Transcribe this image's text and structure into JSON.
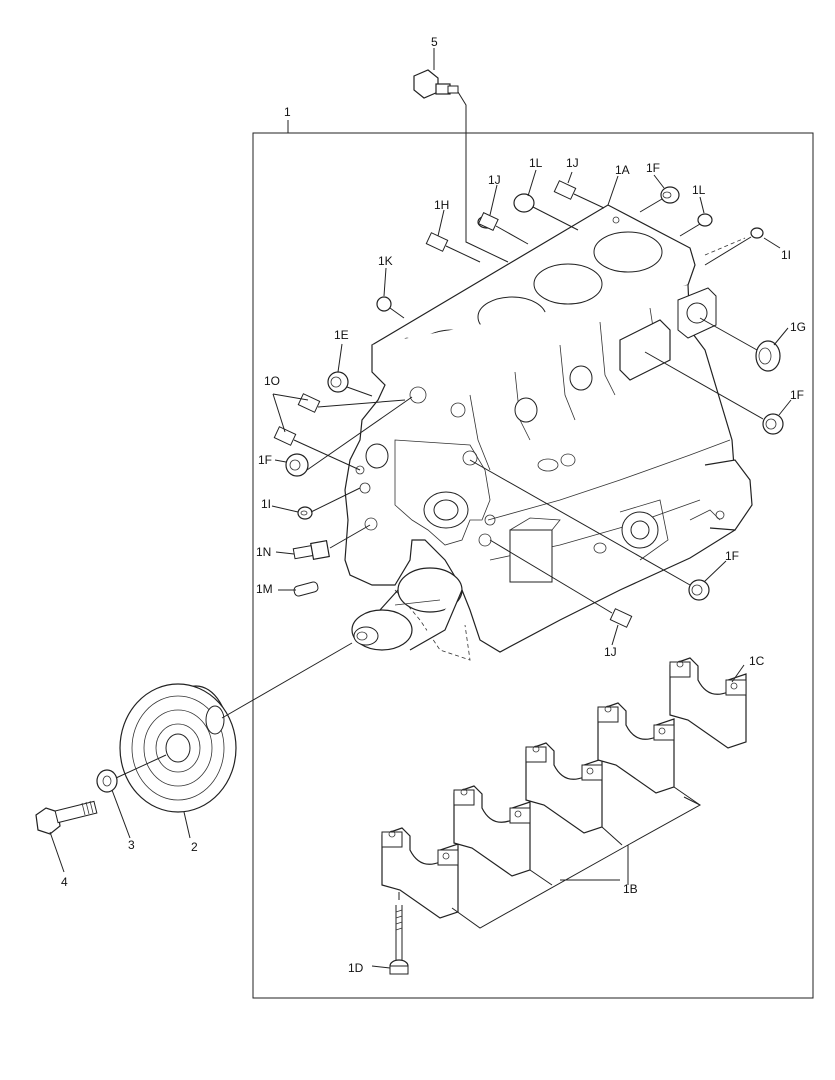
{
  "diagram": {
    "colors": {
      "line": "#222222",
      "background": "#ffffff"
    },
    "callouts": {
      "c1": "1",
      "c5": "5",
      "c1A": "1A",
      "c1B": "1B",
      "c1C": "1C",
      "c1D": "1D",
      "c1E": "1E",
      "c1F_a": "1F",
      "c1F_b": "1F",
      "c1F_c": "1F",
      "c1F_d": "1F",
      "c1G": "1G",
      "c1H": "1H",
      "c1I_a": "1I",
      "c1I_b": "1I",
      "c1J_a": "1J",
      "c1J_b": "1J",
      "c1J_c": "1J",
      "c1K": "1K",
      "c1L_a": "1L",
      "c1L_b": "1L",
      "c1M": "1M",
      "c1N": "1N",
      "c1O": "1O",
      "c2": "2",
      "c3": "3",
      "c4": "4"
    }
  }
}
